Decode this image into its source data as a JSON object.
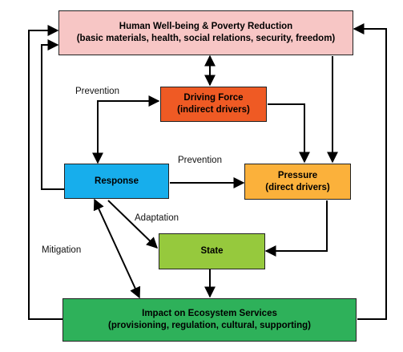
{
  "nodes": {
    "wellbeing": {
      "line1": "Human Well-being & Poverty Reduction",
      "line2": "(basic materials, health, social relations, security, freedom)",
      "color": "#f7c6c5"
    },
    "driving": {
      "line1": "Driving Force",
      "line2": "(indirect drivers)",
      "color": "#ef5a24"
    },
    "response": {
      "line1": "Response",
      "color": "#17aeec"
    },
    "pressure": {
      "line1": "Pressure",
      "line2": "(direct drivers)",
      "color": "#fbb13b"
    },
    "state": {
      "line1": "State",
      "color": "#96c93d"
    },
    "impact": {
      "line1": "Impact on Ecosystem Services",
      "line2": "(provisioning, regulation, cultural, supporting)",
      "color": "#2eb15a"
    }
  },
  "labels": {
    "prevention_top": "Prevention",
    "prevention_mid": "Prevention",
    "adaptation": "Adaptation",
    "mitigation": "Mitigation"
  },
  "arrow_color": "#000000"
}
